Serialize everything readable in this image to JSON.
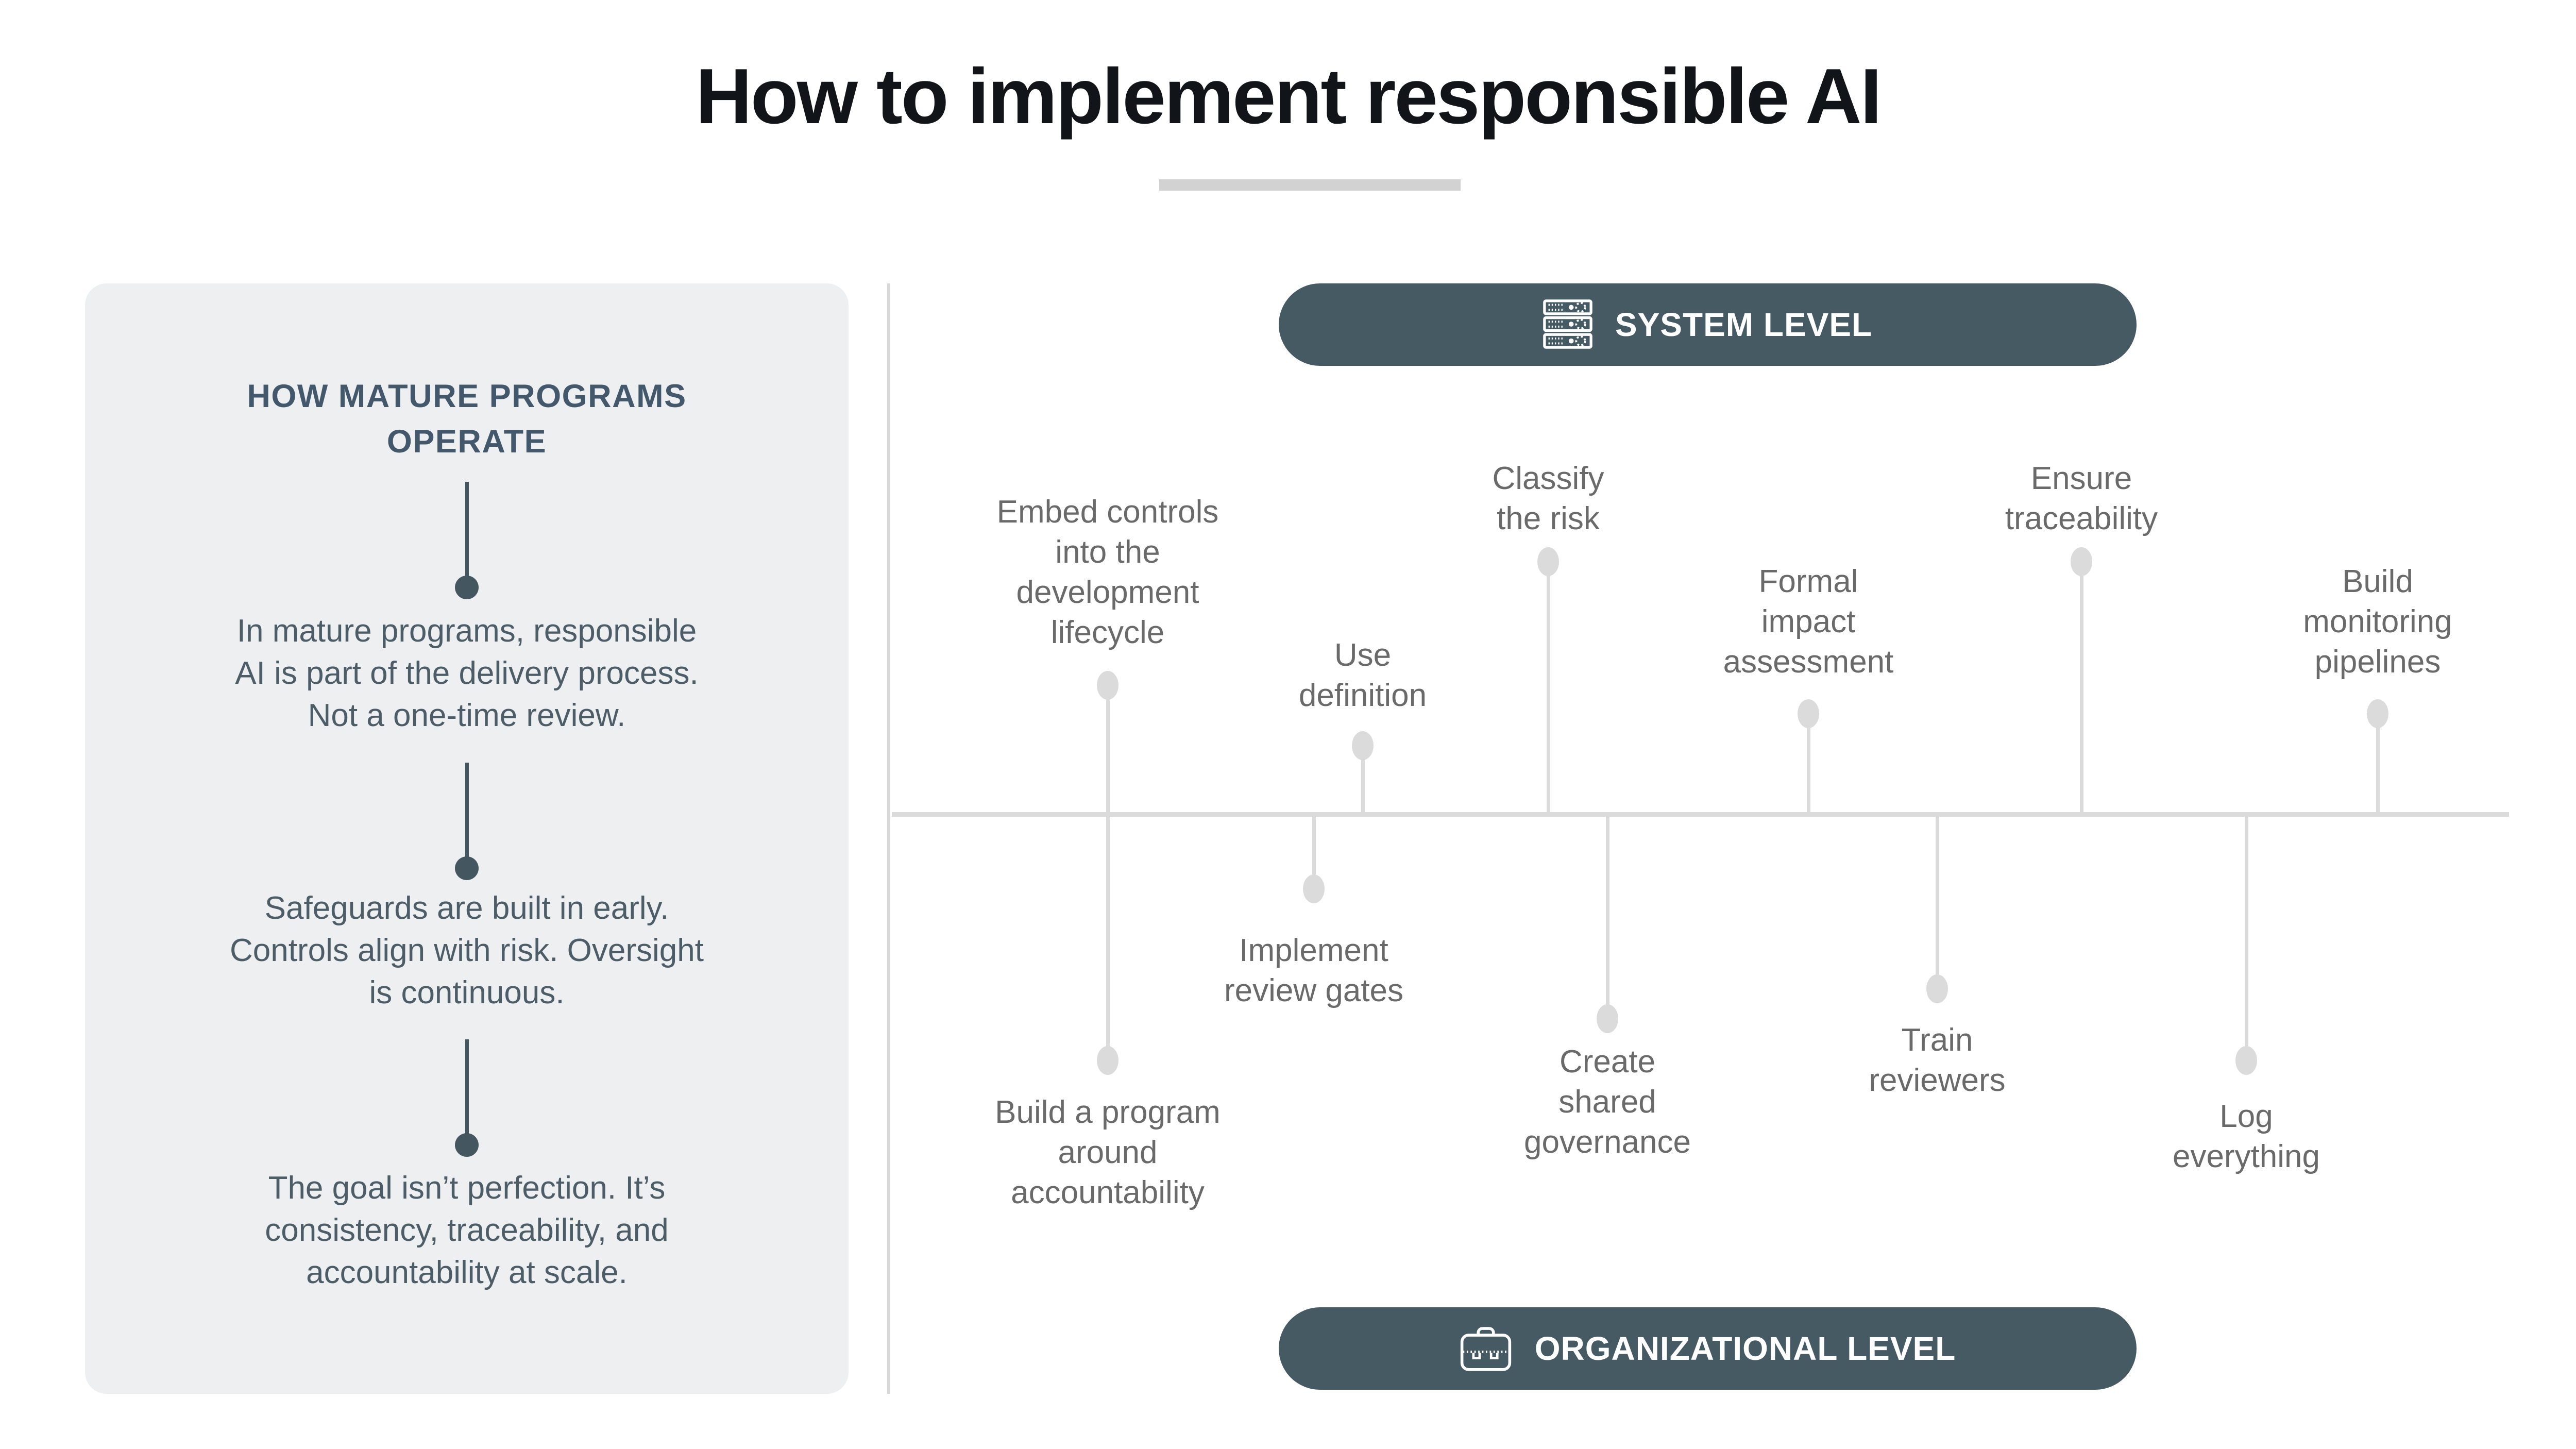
{
  "title": "How to implement responsible AI",
  "colors": {
    "slate_pill": "#465a64",
    "slate_text": "#43586b",
    "panel_background": "#edeff1",
    "label_gray": "#6a6a6a",
    "line_gray": "#dbdbdb",
    "title_color": "#111418"
  },
  "left_panel": {
    "heading": "HOW MATURE PROGRAMS\nOPERATE",
    "paragraphs": [
      "In mature programs, responsible\nAI is part of the delivery process.\nNot a one-time review.",
      "Safeguards are built in early.\nControls align with risk. Oversight\nis continuous.",
      "The goal isn’t perfection. It’s\nconsistency, traceability, and\naccountability at scale."
    ]
  },
  "timeline": {
    "system_band": {
      "label": "SYSTEM LEVEL",
      "icon": "server-rack-icon"
    },
    "organizational_band": {
      "label": "ORGANIZATIONAL LEVEL",
      "icon": "briefcase-icon"
    },
    "system_items": [
      {
        "label": "Embed controls\ninto the\ndevelopment\nlifecycle"
      },
      {
        "label": "Use\ndefinition"
      },
      {
        "label": "Classify\nthe risk"
      },
      {
        "label": "Formal\nimpact\nassessment"
      },
      {
        "label": "Ensure\ntraceability"
      },
      {
        "label": "Build\nmonitoring\npipelines"
      }
    ],
    "organizational_items": [
      {
        "label": "Build a program\naround\naccountability"
      },
      {
        "label": "Implement\nreview gates"
      },
      {
        "label": "Create\nshared\ngovernance"
      },
      {
        "label": "Train\nreviewers"
      },
      {
        "label": "Log\neverything"
      }
    ]
  }
}
